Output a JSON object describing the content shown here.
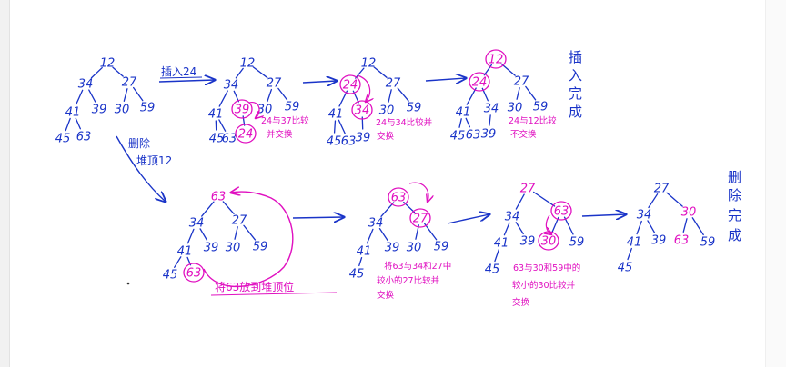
{
  "colors": {
    "ink_blue": "#1a34c8",
    "ink_magenta": "#e010c0",
    "background": "#ffffff"
  },
  "labels": {
    "insert_op": "插入24",
    "delete_op_line1": "删除",
    "delete_op_line2": "堆顶12",
    "done_insert": [
      "插",
      "入",
      "完",
      "成"
    ],
    "done_delete": [
      "删",
      "除",
      "完",
      "成"
    ]
  },
  "notes": {
    "t2": [
      "24与37比较",
      "并交换"
    ],
    "t3": [
      "24与34比较并",
      "交换"
    ],
    "t4": [
      "24与12比较",
      "不交换"
    ],
    "b1": "将63放到堆顶位",
    "b2": [
      "将63与34和27中",
      "较小的27比较并",
      "交换"
    ],
    "b3": [
      "63与30和59中的",
      "较小的30比较并",
      "交换"
    ]
  },
  "trees": {
    "t1": [
      "12",
      "34",
      "27",
      "41",
      "39",
      "30",
      "59",
      "45",
      "63"
    ],
    "t2": [
      "12",
      "34",
      "27",
      "41",
      "39",
      "30",
      "59",
      "45",
      "63",
      "24"
    ],
    "t3": [
      "12",
      "24",
      "27",
      "41",
      "34",
      "30",
      "59",
      "45",
      "63",
      "39"
    ],
    "t4": [
      "12",
      "24",
      "27",
      "41",
      "34",
      "30",
      "59",
      "45",
      "63",
      "39"
    ],
    "b1": [
      "63",
      "34",
      "27",
      "41",
      "39",
      "30",
      "59",
      "45",
      "63"
    ],
    "b2": [
      "63",
      "34",
      "27",
      "41",
      "39",
      "30",
      "59",
      "45"
    ],
    "b3": [
      "27",
      "34",
      "63",
      "41",
      "39",
      "30",
      "59",
      "45"
    ],
    "b4": [
      "27",
      "34",
      "30",
      "41",
      "39",
      "63",
      "59",
      "45"
    ]
  }
}
